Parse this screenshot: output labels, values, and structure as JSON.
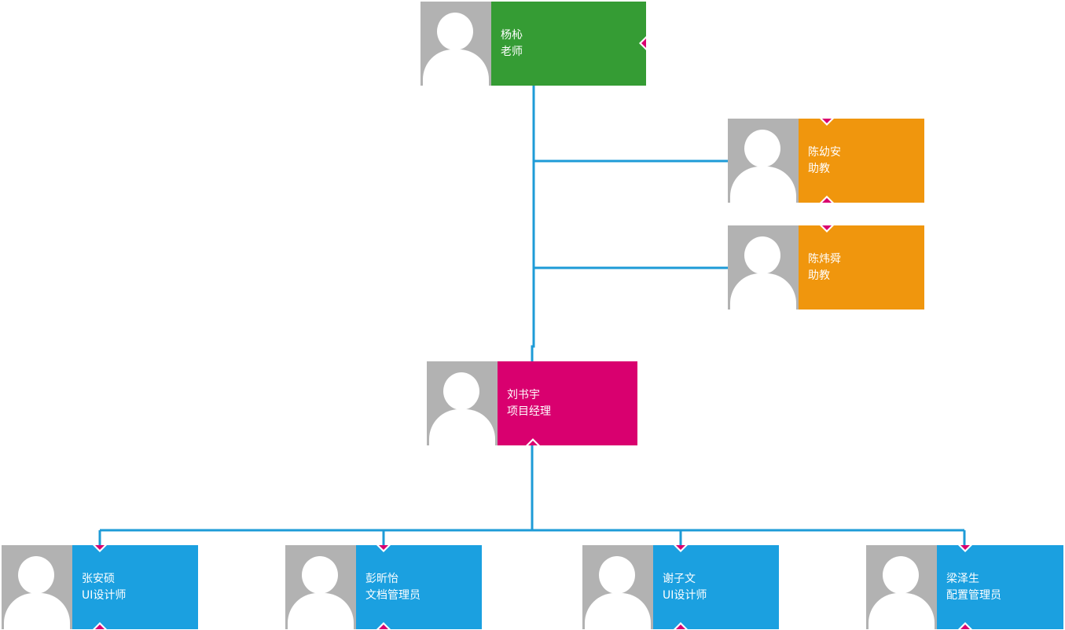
{
  "colors": {
    "line": "#1e9bd7",
    "green": "#359c34",
    "orange": "#f0960d",
    "magenta": "#d9006f",
    "blue": "#1ba0e0",
    "photo_bg": "#b2b2b2"
  },
  "nodes": {
    "teacher": {
      "name": "杨杺",
      "role": "老师",
      "icon": "person-avatar-icon"
    },
    "assistant1": {
      "name": "陈幼安",
      "role": "助教",
      "icon": "person-avatar-icon"
    },
    "assistant2": {
      "name": "陈炜舜",
      "role": "助教",
      "icon": "person-avatar-icon"
    },
    "manager": {
      "name": "刘书宇",
      "role": "项目经理",
      "icon": "person-avatar-icon"
    },
    "member1": {
      "name": "张安硕",
      "role": "UI设计师",
      "icon": "person-avatar-icon"
    },
    "member2": {
      "name": "彭昕怡",
      "role": "文档管理员",
      "icon": "person-avatar-icon"
    },
    "member3": {
      "name": "谢子文",
      "role": "UI设计师",
      "icon": "person-avatar-icon"
    },
    "member4": {
      "name": "梁泽生",
      "role": "配置管理员",
      "icon": "person-avatar-icon"
    }
  }
}
